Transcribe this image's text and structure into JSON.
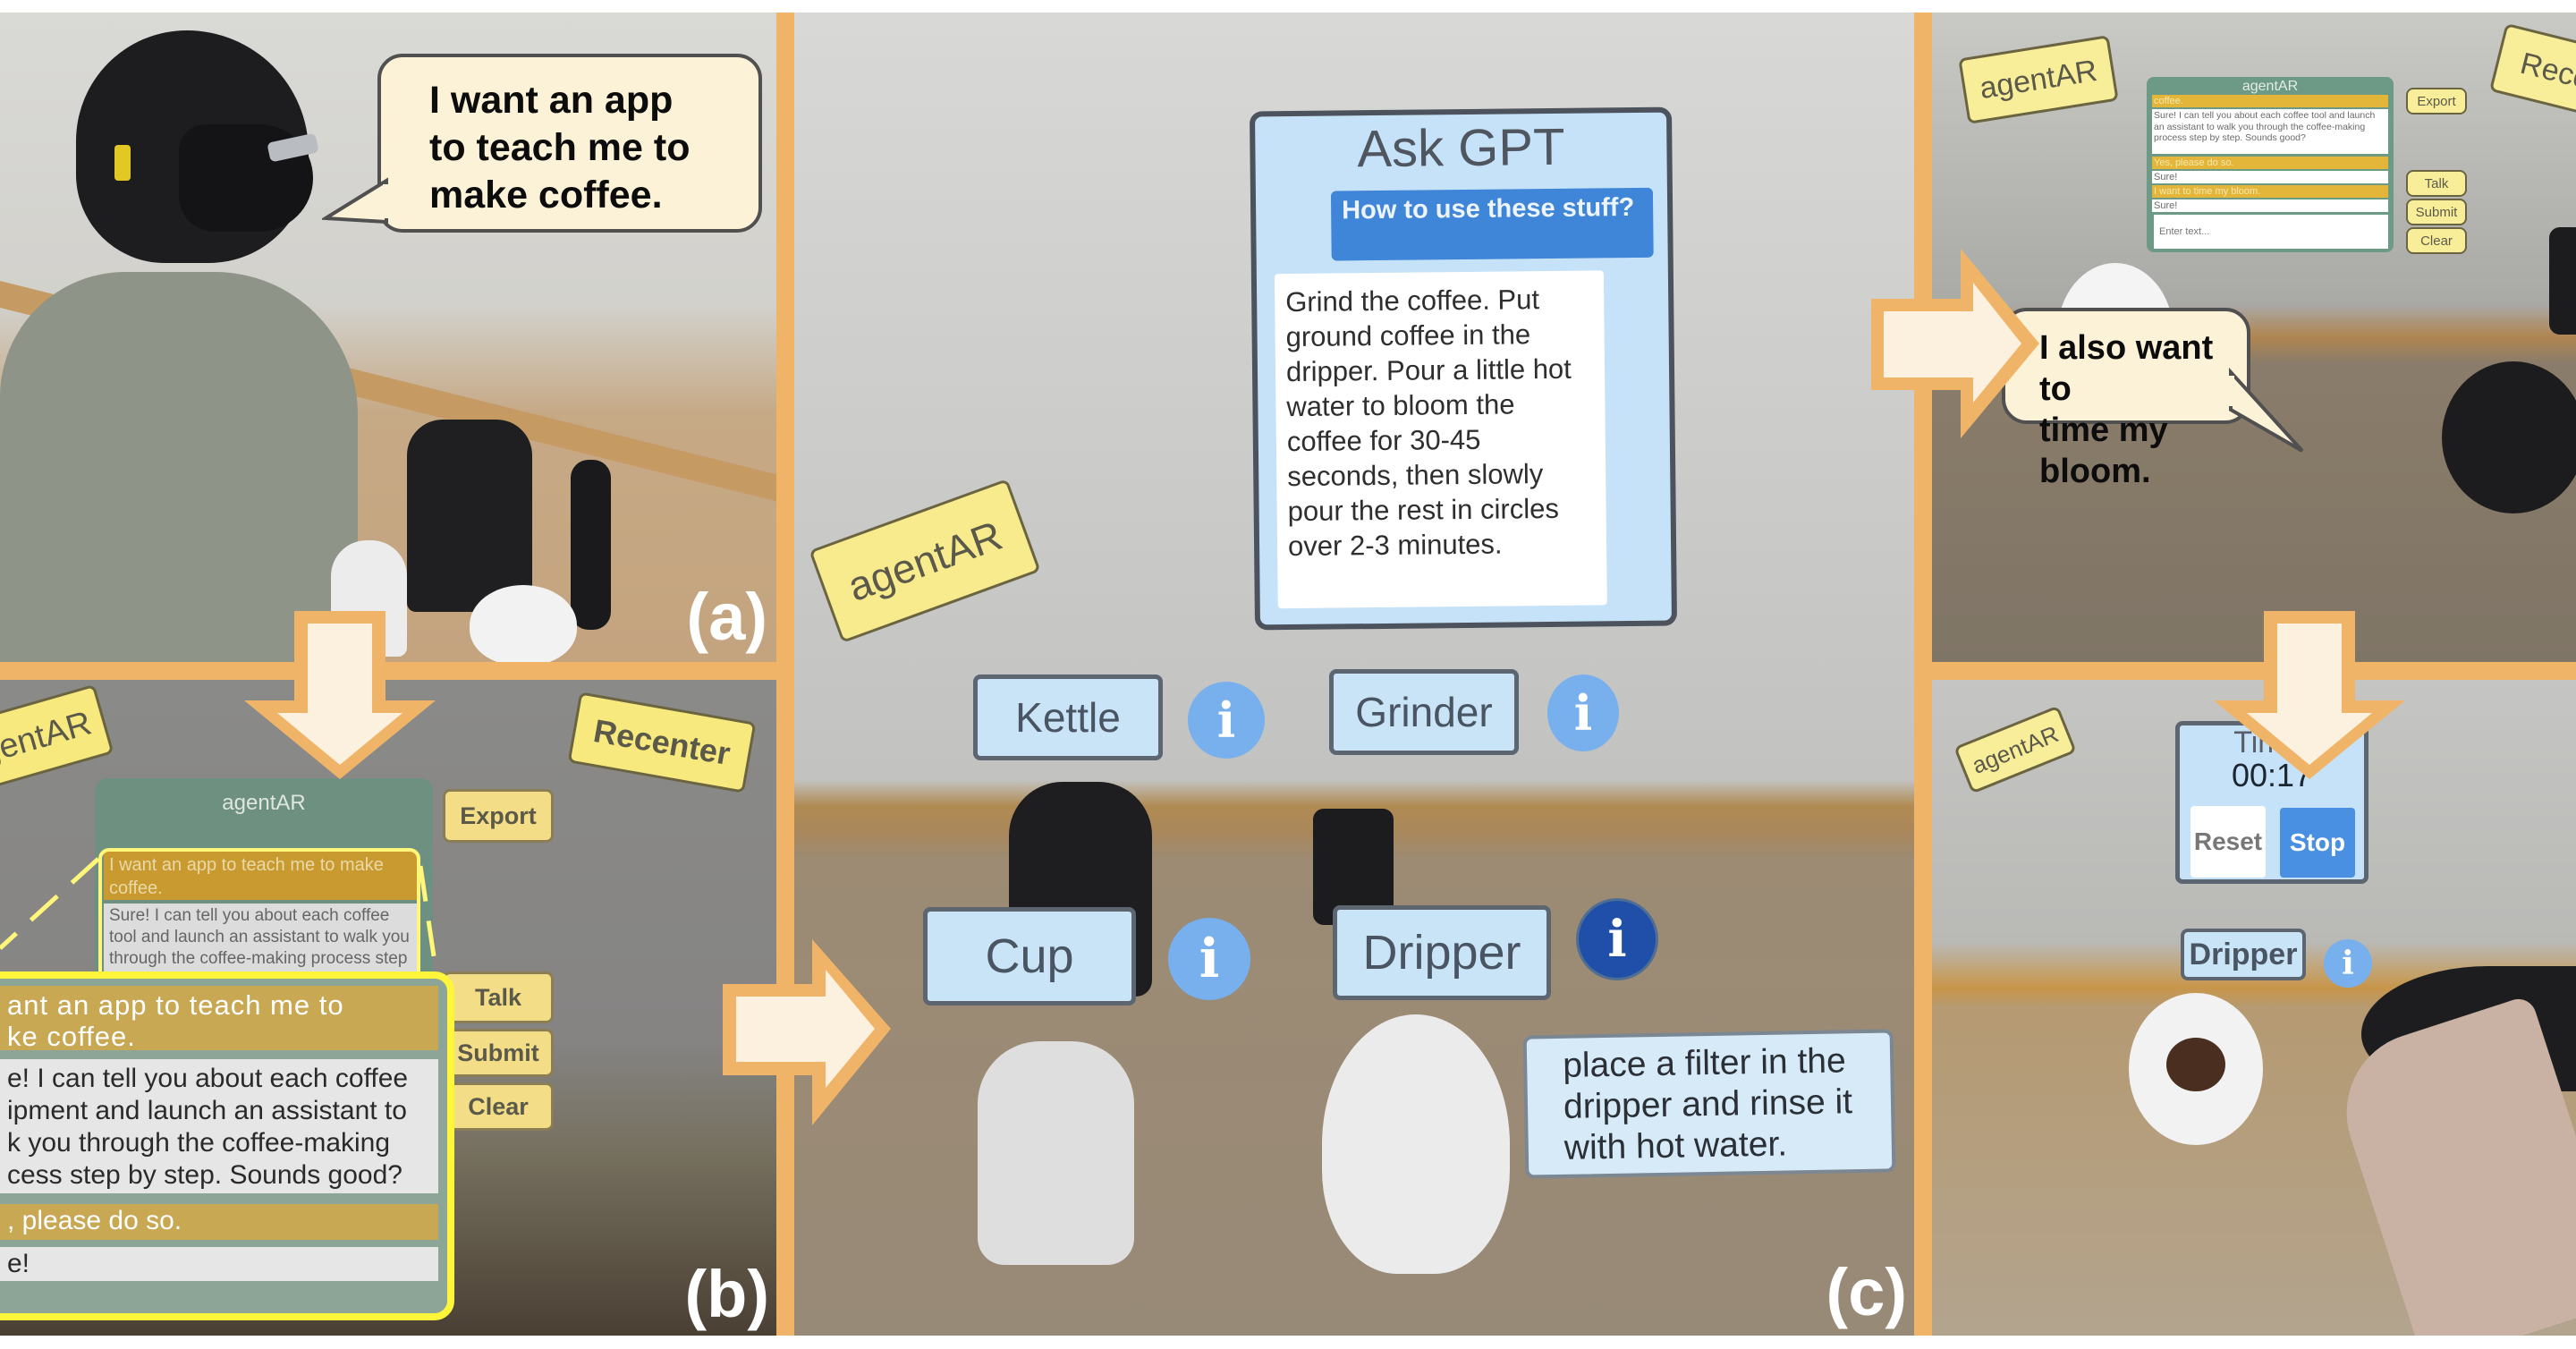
{
  "figure": {
    "panels": {
      "a": {
        "label": "(a)",
        "speech": "I want an app\nto teach me to\nmake coffee."
      },
      "b": {
        "label": "(b)",
        "app_launcher": "agentAR",
        "recenter_button": "Recenter",
        "chat_window": {
          "title": "agentAR",
          "messages": [
            {
              "role": "user",
              "text": "I want an app to teach me to make coffee."
            },
            {
              "role": "assistant",
              "text": "Sure! I can tell you about each coffee tool and launch an assistant to walk you through the coffee-making process step by step. Sounds good?"
            }
          ]
        },
        "side_buttons": [
          "Export",
          "Talk",
          "Submit",
          "Clear"
        ],
        "zoom_inset": {
          "messages": [
            {
              "role": "user",
              "text": "ant an app to teach me to\nke coffee."
            },
            {
              "role": "assistant",
              "text": "e! I can tell you about each coffee\nipment and launch an assistant to\nk you through the coffee-making\ncess step by step. Sounds good?"
            },
            {
              "role": "user",
              "text": ", please do so."
            },
            {
              "role": "assistant",
              "text": "e!"
            }
          ]
        }
      },
      "c": {
        "label": "(c)",
        "app_launcher": "agentAR",
        "ask_gpt": {
          "title": "Ask GPT",
          "question": "How to use these stuff?",
          "answer": "Grind the coffee. Put ground coffee in the dripper. Pour a little hot water to bloom the coffee for 30-45 seconds, then slowly pour the rest in circles over 2-3 minutes."
        },
        "object_labels": [
          {
            "name": "Kettle",
            "info_active": false
          },
          {
            "name": "Grinder",
            "info_active": false
          },
          {
            "name": "Cup",
            "info_active": false
          },
          {
            "name": "Dripper",
            "info_active": true
          }
        ],
        "info_glyph": "i",
        "dripper_instruction": "place a filter in the dripper and rinse it with hot water."
      },
      "d": {
        "app_launcher": "agentAR",
        "recenter_button": "Recen",
        "chat_window": {
          "title": "agentAR",
          "messages": [
            {
              "role": "user",
              "text": "coffee."
            },
            {
              "role": "assistant",
              "text": "Sure! I can tell you about each coffee tool and launch an assistant to walk you through the coffee-making process step by step. Sounds good?"
            },
            {
              "role": "user",
              "text": "Yes, please do so."
            },
            {
              "role": "assistant",
              "text": "Sure!"
            },
            {
              "role": "user",
              "text": "I want to time my bloom."
            },
            {
              "role": "assistant",
              "text": "Sure!"
            }
          ],
          "input_placeholder": "Enter text..."
        },
        "side_buttons": [
          "Export",
          "Talk",
          "Submit",
          "Clear"
        ],
        "speech": "I also want to\ntime my bloom."
      },
      "e": {
        "app_launcher": "agentAR",
        "timer": {
          "title": "Timer",
          "value": "00:17",
          "reset_label": "Reset",
          "stop_label": "Stop"
        },
        "object_label": "Dripper",
        "info_glyph": "i"
      }
    },
    "colors": {
      "border_orange": "#F0B468",
      "arrow_fill": "#FCF0DF",
      "bubble_fill": "#FCF2D8",
      "ar_yellow": "#F7E97E",
      "ar_label_blue": "#C9E3F7",
      "info_blue": "#78B0EE",
      "info_active_blue": "#1F4FA8",
      "chat_green": "#6E9080",
      "chat_user_gold": "#CBA854",
      "highlight_yellow": "#FFF53A",
      "stop_blue": "#4A90E2"
    }
  }
}
